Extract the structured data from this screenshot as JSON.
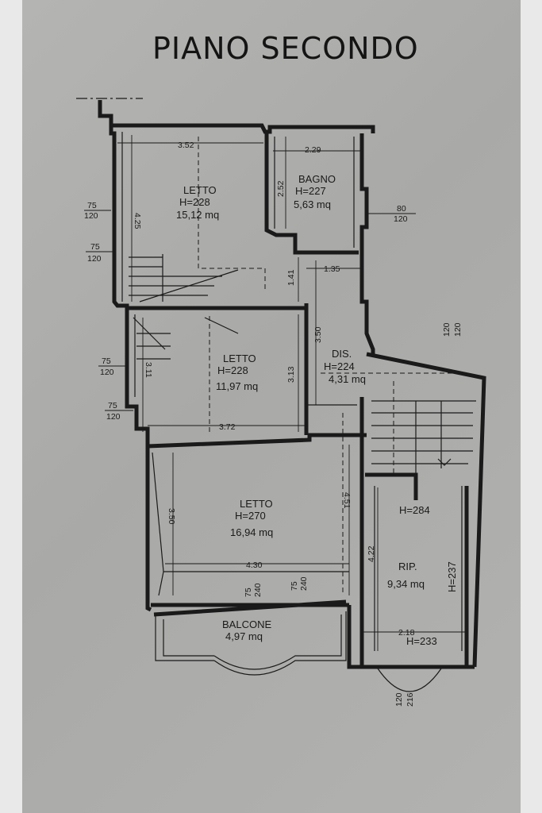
{
  "title": "PIANO SECONDO",
  "rooms": [
    {
      "name": "LETTO",
      "height": "H=228",
      "area": "15,12 mq"
    },
    {
      "name": "BAGNO",
      "height": "H=227",
      "area": "5,63 mq"
    },
    {
      "name": "LETTO",
      "height": "H=228",
      "area": "11,97 mq"
    },
    {
      "name": "DIS.",
      "height": "H=224",
      "area": "4,31 mq"
    },
    {
      "name": "LETTO",
      "height": "H=270",
      "area": "16,94 mq"
    },
    {
      "name": "RIP.",
      "height": "H=237",
      "area": "9,34 mq",
      "extra_heights": [
        "H=284",
        "H=233"
      ]
    },
    {
      "name": "BALCONE",
      "area": "4,97 mq"
    }
  ],
  "dimensions": {
    "room1_width": "3.52",
    "room1_height": "4.25",
    "bagno_width": "2.29",
    "bagno_height": "2.52",
    "dis_small_a": "1.41",
    "dis_small_b": "1.35",
    "dis_height": "3.50",
    "room3_width": "3.72",
    "room3_height_a": "3.13",
    "room3_height_b": "3.11",
    "room5_width": "4.30",
    "room5_height_a": "3.50",
    "room5_height_b": "4.51",
    "rip_width": "2.18",
    "rip_height": "4.22"
  },
  "openings": {
    "w1": [
      "75",
      "120"
    ],
    "w2": [
      "75",
      "120"
    ],
    "w3": [
      "75",
      "120"
    ],
    "w4": [
      "75",
      "120"
    ],
    "bagno_window": [
      "80",
      "120"
    ],
    "stair_window": [
      "120",
      "120"
    ],
    "balcony_door_a": [
      "75",
      "240"
    ],
    "balcony_door_b": [
      "75",
      "240"
    ],
    "rip_door": [
      "120",
      "216"
    ]
  }
}
